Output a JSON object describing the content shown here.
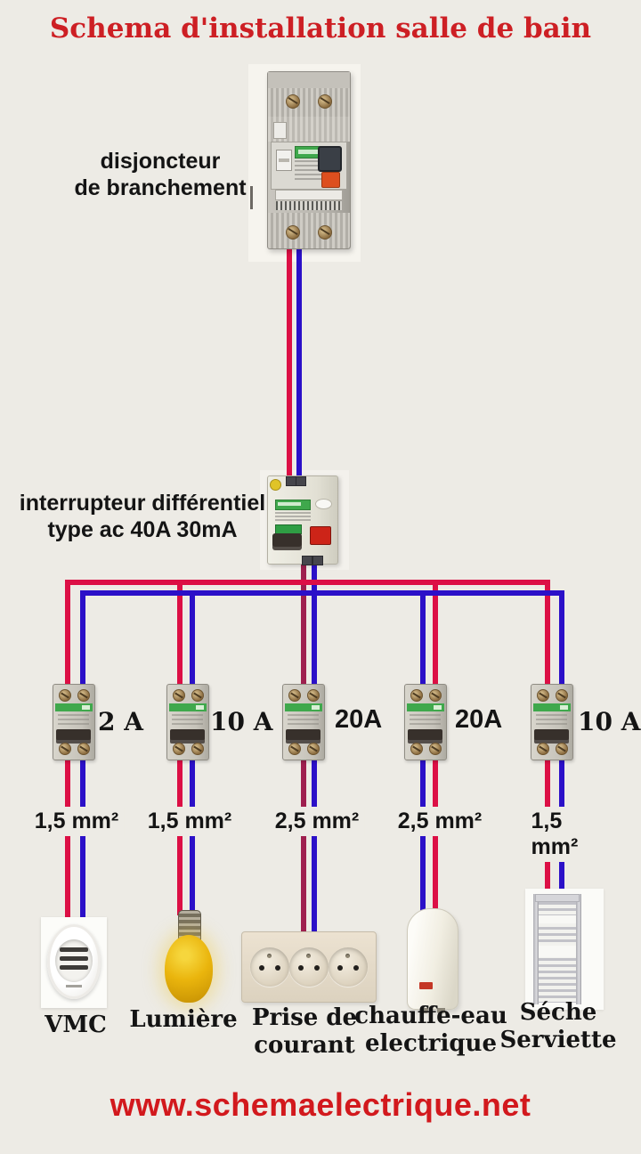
{
  "page": {
    "title": "Schema d'installation salle de bain",
    "website": "www.schemaelectrique.net"
  },
  "labels": {
    "main_breaker_line1": "disjoncteur",
    "main_breaker_line2": "de branchement",
    "differential_line1": "interrupteur différentiel",
    "differential_line2": "type ac 40A 30mA"
  },
  "circuits": [
    {
      "breaker_rating": "2 A",
      "wire_size": "1,5 mm²",
      "load_line1": "VMC",
      "load_line2": "",
      "load": "vmc-extractor-fan"
    },
    {
      "breaker_rating": "10 A",
      "wire_size": "1,5 mm²",
      "load_line1": "Lumière",
      "load_line2": "",
      "load": "light-bulb"
    },
    {
      "breaker_rating": "20A",
      "wire_size": "2,5 mm²",
      "load_line1": "Prise de",
      "load_line2": "courant",
      "load": "triple-socket-outlet"
    },
    {
      "breaker_rating": "20A",
      "wire_size": "2,5 mm²",
      "load_line1": "chauffe-eau",
      "load_line2": "electrique",
      "load": "electric-water-heater"
    },
    {
      "breaker_rating": "10 A",
      "wire_size": "1,5 mm²",
      "load_line1": "Séche",
      "load_line2": "Serviette",
      "load": "towel-radiator"
    }
  ],
  "colors": {
    "background": "#edebe5",
    "title_red": "#cd1f24",
    "website_red": "#d2191d",
    "text_black": "#141414",
    "wire_red": "#dc0f45",
    "wire_red_dark": "#9e1f4e",
    "wire_blue": "#2b10c8",
    "device_green": "#3fa84c",
    "toggle_dark": "#37302b",
    "trip_button_red": "#cd2418",
    "main_breaker_orange": "#dd4f1f",
    "bulb_yellow": "#e2b10b"
  }
}
